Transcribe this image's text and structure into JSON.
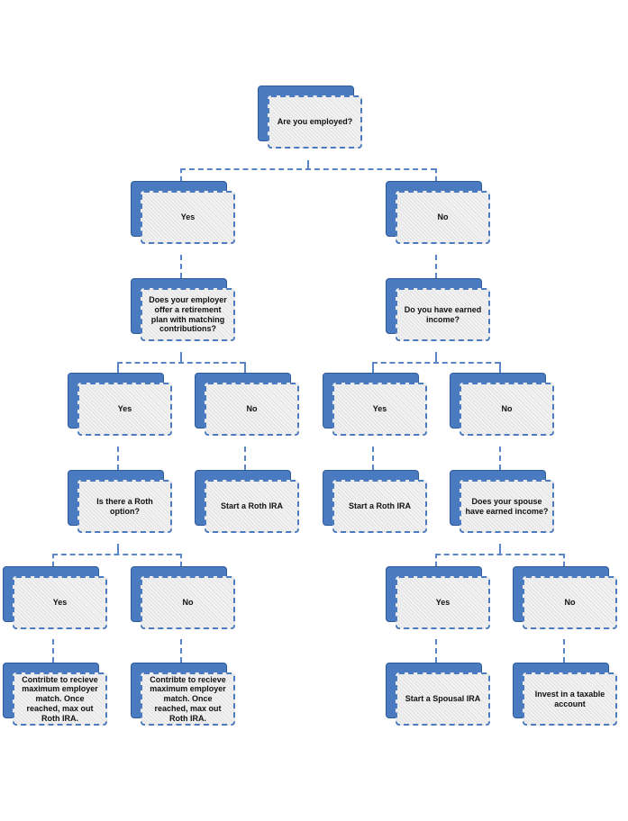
{
  "nodes": {
    "root": "Are you employed?",
    "yes_employed": "Yes",
    "no_employed": "No",
    "employer_plan_q": "Does your employer offer a retirement plan with matching contributions?",
    "earned_income_q": "Do  you have earned income?",
    "yes_plan": "Yes",
    "no_plan": "No",
    "yes_income": "Yes",
    "no_income": "No",
    "roth_option_q": "Is there a Roth option?",
    "start_roth_1": "Start a Roth IRA",
    "start_roth_2": "Start a Roth IRA",
    "spouse_income_q": "Does your spouse have earned income?",
    "yes_roth": "Yes",
    "no_roth": "No",
    "yes_spouse": "Yes",
    "no_spouse": "No",
    "contribute_1": "Contribte to recieve maximum employer match. Once reached, max out Roth IRA.",
    "contribute_2": "Contribte to recieve maximum employer match. Once reached, max out Roth IRA.",
    "spousal_ira": "Start a Spousal IRA",
    "taxable_account": "Invest in a taxable account"
  },
  "colors": {
    "accent": "#4a7ac0",
    "connector": "#5a86c8",
    "box_fill": "#f2f2f2"
  }
}
